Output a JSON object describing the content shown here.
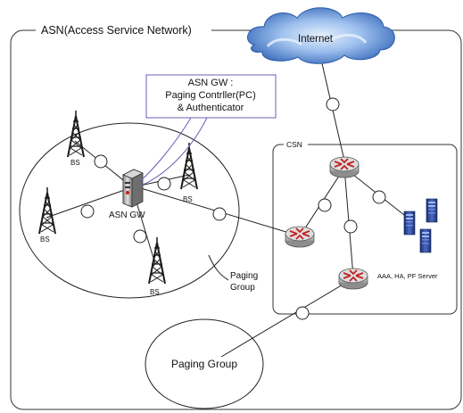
{
  "labels": {
    "asn": "ASN(Access Service Network)",
    "internet": "Internet",
    "csn": "CSN",
    "asn_gw": "ASN GW",
    "callout": [
      "ASN GW :",
      "Paging Contrller(PC)",
      "& Authenticator"
    ],
    "bs": "BS",
    "paging_group_side": [
      "Paging",
      "Group"
    ],
    "paging_group_main": "Paging Group",
    "servers": "AAA, HA, PF Server"
  },
  "colors": {
    "cloud_dark": "#2f63b6",
    "cloud_light": "#a9c8f0",
    "router_red": "#c21f1f",
    "router_body": "#c9c9c9",
    "callout_border": "#6b5fb7",
    "server": "#233d8c"
  },
  "icons": {
    "router": "router-icon",
    "bs": "radio-tower-icon",
    "gateway": "server-tower-icon",
    "cloud": "cloud-icon",
    "servers": "server-rack-icon"
  }
}
